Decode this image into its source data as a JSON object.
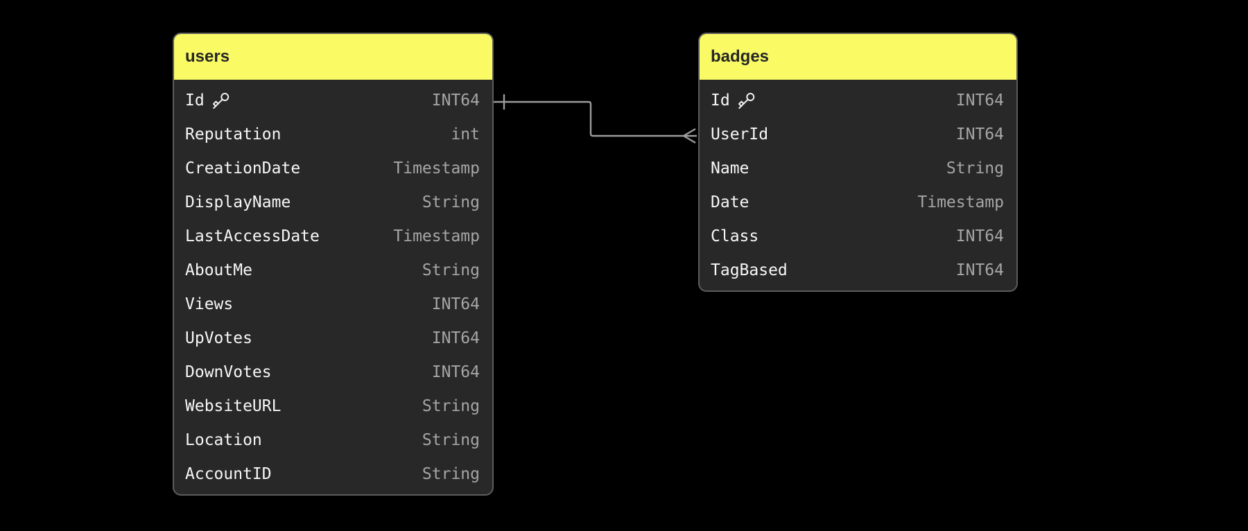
{
  "canvas": {
    "kind": "database-er-diagram"
  },
  "theme": {
    "header_bg": "#f9fa64",
    "header_text": "#262626",
    "table_bg": "#282828",
    "table_border": "#5c5c5c",
    "field_text": "#f7f7f7",
    "type_text": "#a6a6a6",
    "connector": "#9c9c9c",
    "canvas_bg": "#000000"
  },
  "tables": [
    {
      "name": "users",
      "fields": [
        {
          "name": "Id",
          "type": "INT64",
          "primary_key": true
        },
        {
          "name": "Reputation",
          "type": "int",
          "primary_key": false
        },
        {
          "name": "CreationDate",
          "type": "Timestamp",
          "primary_key": false
        },
        {
          "name": "DisplayName",
          "type": "String",
          "primary_key": false
        },
        {
          "name": "LastAccessDate",
          "type": "Timestamp",
          "primary_key": false
        },
        {
          "name": "AboutMe",
          "type": "String",
          "primary_key": false
        },
        {
          "name": "Views",
          "type": "INT64",
          "primary_key": false
        },
        {
          "name": "UpVotes",
          "type": "INT64",
          "primary_key": false
        },
        {
          "name": "DownVotes",
          "type": "INT64",
          "primary_key": false
        },
        {
          "name": "WebsiteURL",
          "type": "String",
          "primary_key": false
        },
        {
          "name": "Location",
          "type": "String",
          "primary_key": false
        },
        {
          "name": "AccountID",
          "type": "String",
          "primary_key": false
        }
      ]
    },
    {
      "name": "badges",
      "fields": [
        {
          "name": "Id",
          "type": "INT64",
          "primary_key": true
        },
        {
          "name": "UserId",
          "type": "INT64",
          "primary_key": false
        },
        {
          "name": "Name",
          "type": "String",
          "primary_key": false
        },
        {
          "name": "Date",
          "type": "Timestamp",
          "primary_key": false
        },
        {
          "name": "Class",
          "type": "INT64",
          "primary_key": false
        },
        {
          "name": "TagBased",
          "type": "INT64",
          "primary_key": false
        }
      ]
    }
  ],
  "relationship": {
    "from_table": "users",
    "from_field": "Id",
    "from_marker": "one",
    "to_table": "badges",
    "to_field": "UserId",
    "to_marker": "many"
  }
}
